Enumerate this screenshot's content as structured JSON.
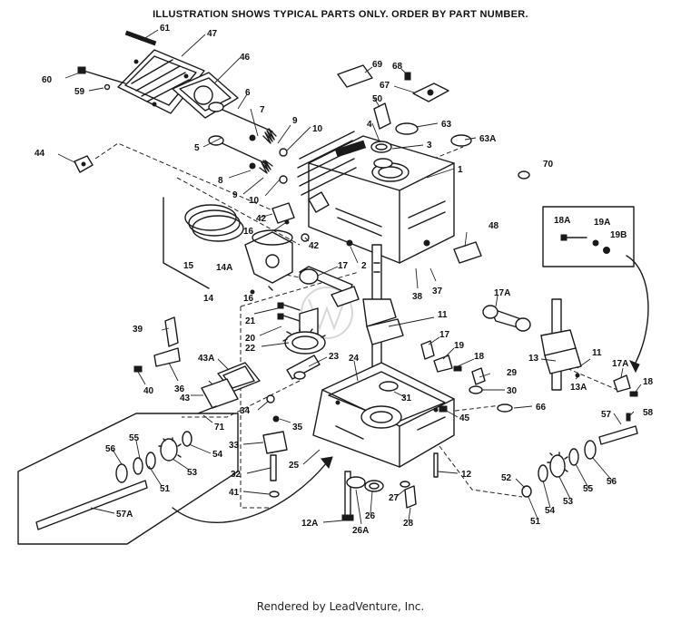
{
  "header": {
    "note": "ILLUSTRATION SHOWS TYPICAL PARTS ONLY. ORDER BY PART NUMBER."
  },
  "footer": {
    "credit": "Rendered by LeadVenture, Inc."
  },
  "diagram": {
    "callouts": {
      "c61": "61",
      "c47": "47",
      "c60": "60",
      "c59": "59",
      "c46": "46",
      "c69": "69",
      "c68": "68",
      "c67": "67",
      "c50": "50",
      "c63": "63",
      "c63A": "63A",
      "c4": "4",
      "c3": "3",
      "c1": "1",
      "c70": "70",
      "c6": "6",
      "c7": "7",
      "c9a": "9",
      "c10a": "10",
      "c5": "5",
      "c8": "8",
      "c9b": "9",
      "c10b": "10",
      "c44": "44",
      "c42a": "42",
      "c16a": "16",
      "c42b": "42",
      "c2": "2",
      "c15": "15",
      "c14A": "14A",
      "c14": "14",
      "c16b": "16",
      "c17a": "17",
      "c38": "38",
      "c37": "37",
      "c48": "48",
      "c18A": "18A",
      "c19A": "19A",
      "c19B": "19B",
      "c21": "21",
      "c20": "20",
      "c22": "22",
      "c11a": "11",
      "c17A_a": "17A",
      "c39": "39",
      "c17b": "17",
      "c19": "19",
      "c18a": "18",
      "c43A": "43A",
      "c36": "36",
      "c40": "40",
      "c43": "43",
      "c23": "23",
      "c24": "24",
      "c29": "29",
      "c13": "13",
      "c11b": "11",
      "c13A": "13A",
      "c17A_b": "17A",
      "c18b": "18",
      "c31": "31",
      "c30": "30",
      "c34": "34",
      "c35": "35",
      "c71": "71",
      "c66": "66",
      "c45": "45",
      "c57": "57",
      "c58": "58",
      "c56a": "56",
      "c55a": "55",
      "c54a": "54",
      "c33": "33",
      "c53a": "53",
      "c51a": "51",
      "c25": "25",
      "c32": "32",
      "c12a": "12",
      "c52": "52",
      "c56b": "56",
      "c55b": "55",
      "c53b": "53",
      "c54b": "54",
      "c51b": "51",
      "c57A": "57A",
      "c41": "41",
      "c27": "27",
      "c26": "26",
      "c28": "28",
      "c12A": "12A",
      "c26A": "26A"
    }
  }
}
